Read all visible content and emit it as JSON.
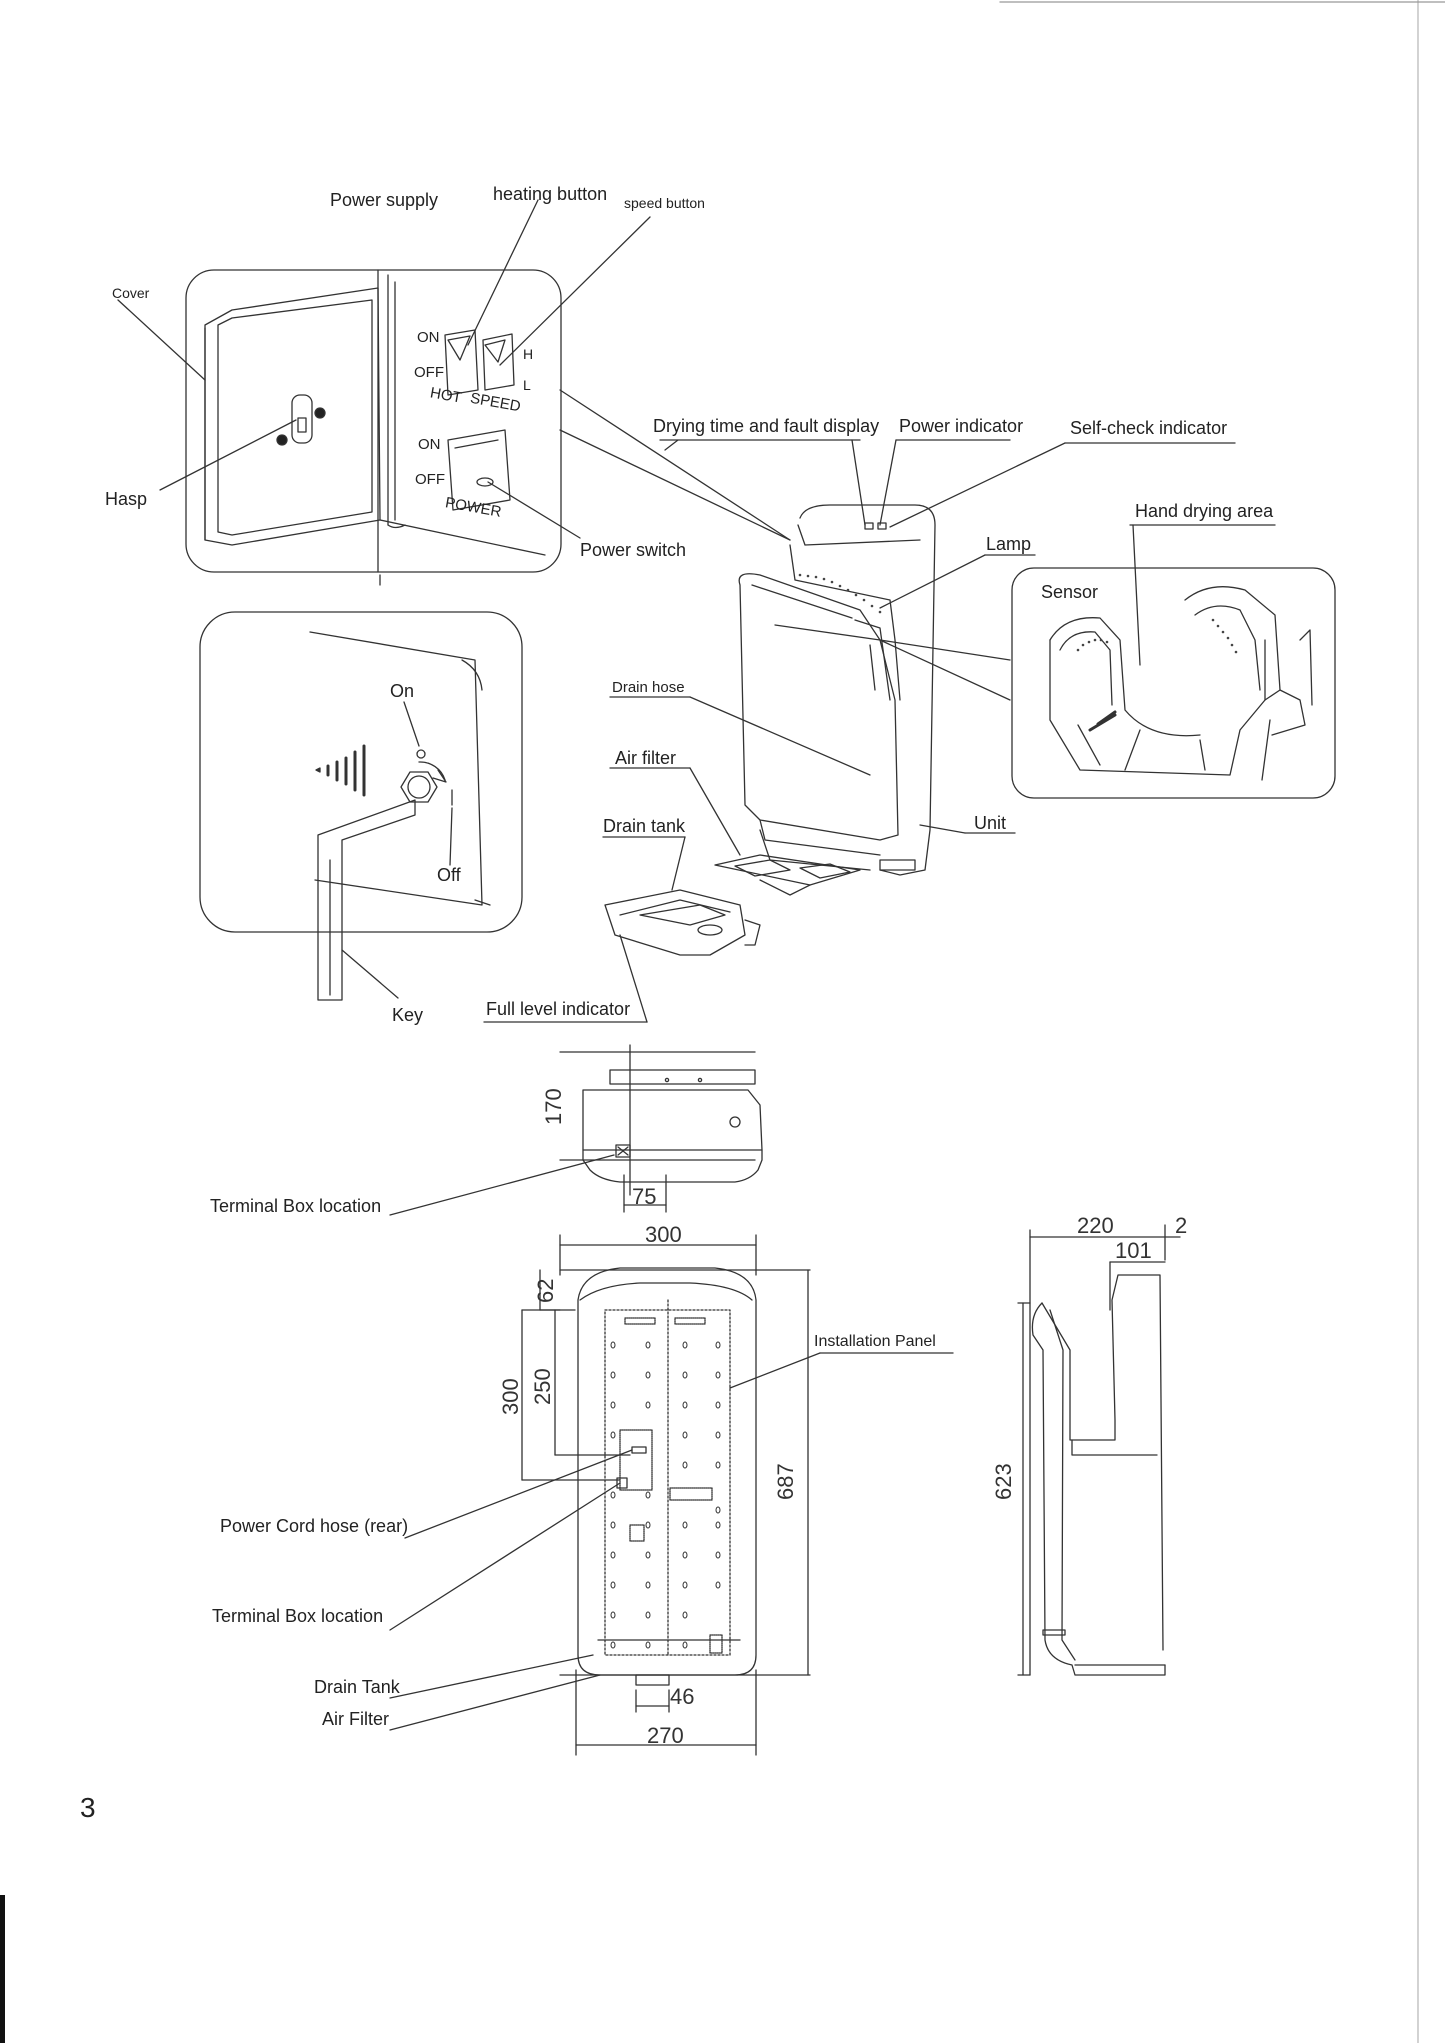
{
  "labels": {
    "cover": "Cover",
    "hasp": "Hasp",
    "power_supply": "Power supply",
    "heating_button": "heating button",
    "speed_button": "speed button",
    "on_top": "ON",
    "off_top": "OFF",
    "h": "H",
    "l": "L",
    "hot": "HOT",
    "speed": "SPEED",
    "on_power": "ON",
    "off_power": "OFF",
    "power": "POWER",
    "power_switch": "Power switch",
    "drying_time": "Drying time and fault display",
    "power_indicator": "Power indicator",
    "self_check": "Self-check indicator",
    "hand_drying_area": "Hand drying area",
    "lamp": "Lamp",
    "sensor": "Sensor",
    "drain_hose": "Drain hose",
    "air_filter": "Air filter",
    "drain_tank": "Drain tank",
    "unit": "Unit",
    "on_key": "On",
    "off_key": "Off",
    "key": "Key",
    "full_level": "Full level indicator",
    "terminal_box_1": "Terminal Box location",
    "installation_panel": "Installation Panel",
    "power_cord_hose": "Power Cord hose (rear)",
    "terminal_box_2": "Terminal Box location",
    "drain_tank_2": "Drain Tank",
    "air_filter_2": "Air Filter",
    "page_number": "3"
  },
  "dimensions": {
    "d170": "170",
    "d75": "75",
    "d300_top": "300",
    "d62": "62",
    "d250": "250",
    "d300_side": "300",
    "d687": "687",
    "d46": "46",
    "d270": "270",
    "d220": "220",
    "d2": "2",
    "d101": "101",
    "d623": "623"
  }
}
